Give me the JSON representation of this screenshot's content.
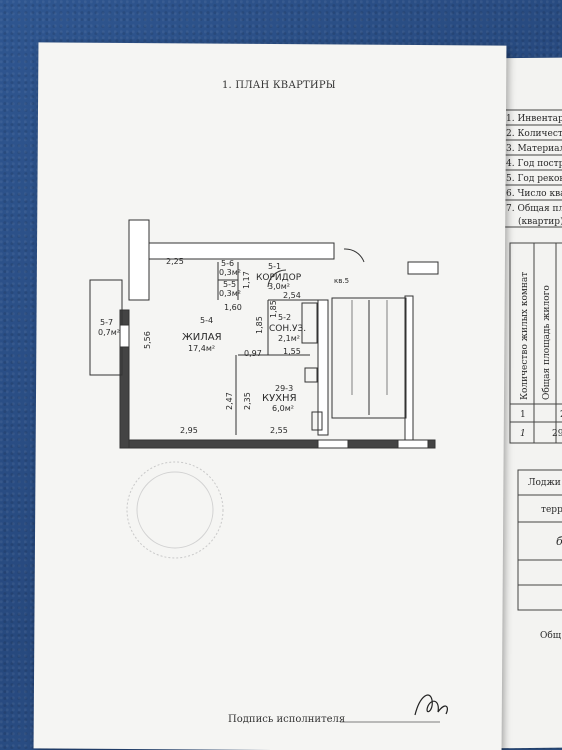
{
  "document": {
    "title": "1.  ПЛАН КВАРТИРЫ",
    "signature_label": "Подпись исполнителя"
  },
  "plan": {
    "rooms": [
      {
        "id": "5-6",
        "area": "0,3м²"
      },
      {
        "id": "5-5",
        "area": "0,3м²"
      },
      {
        "id": "5-1",
        "name": "КОРИДОР",
        "area": "3,0м²"
      },
      {
        "id": "5-4",
        "name": "ЖИЛАЯ",
        "area": "17,4м²"
      },
      {
        "id": "5-2",
        "name": "СОН.УЗ.",
        "area": "2,1м²"
      },
      {
        "id": "29-3",
        "name": "КУХНЯ",
        "area": "6,0м²"
      },
      {
        "id": "5-7",
        "area": "0,7м²"
      }
    ],
    "apartment_label": "кв.5",
    "dimensions": [
      "2,25",
      "1,17",
      "1,60",
      "2,54",
      "1,85",
      "1,85",
      "5,56",
      "0,97",
      "1,55",
      "2,47",
      "2,35",
      "2,95",
      "2,55"
    ]
  },
  "right_page": {
    "rows": [
      "1. Инвентар",
      "2. Количест",
      "3. Материал",
      "4. Год постр",
      "5. Год рекон",
      "6. Число ква",
      "7. Общая пл",
      "(квартир)"
    ],
    "col_headers": [
      "Количество жилых комнат",
      "Общая площадь жилого"
    ],
    "row_index": [
      "1",
      "1"
    ],
    "row_values": [
      "2",
      "29"
    ],
    "lower_labels": [
      "Лоджи",
      "терр",
      "б",
      "Общ"
    ]
  },
  "colors": {
    "background": "#2c4f86",
    "paper": "#f5f5f3",
    "ink": "#2a2a2a"
  }
}
